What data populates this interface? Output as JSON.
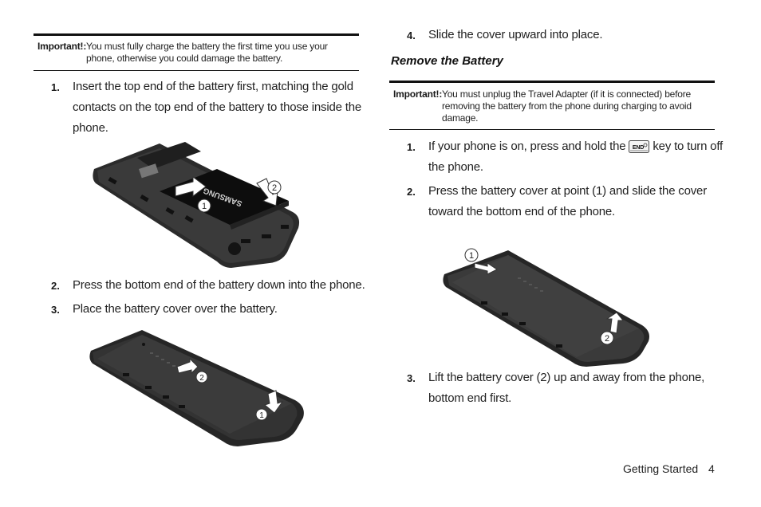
{
  "left": {
    "important_label": "Important!:",
    "important_lines": [
      "You must fully charge the battery the first time you use your",
      "phone, otherwise you could damage the battery."
    ],
    "steps": [
      {
        "num": "1.",
        "lines": [
          "Insert the top end of the battery first, matching the gold",
          "contacts on the top end of the battery to those inside the",
          "phone."
        ]
      },
      {
        "num": "2.",
        "lines": [
          "Press the bottom end of the battery down into the phone."
        ]
      },
      {
        "num": "3.",
        "lines": [
          "Place the battery cover over the battery."
        ]
      }
    ],
    "figure1": {
      "brand": "SAMSUNG",
      "callout_1": "1",
      "callout_2": "2"
    },
    "figure2": {
      "callout_1": "1",
      "callout_2": "2"
    }
  },
  "right": {
    "step4": {
      "num": "4.",
      "text": "Slide the cover upward into place."
    },
    "section_title": "Remove the Battery",
    "important_label": "Important!:",
    "important_lines": [
      "You must unplug the Travel Adapter (if it is connected) before",
      "removing the battery from the phone during charging to avoid",
      "damage."
    ],
    "steps": [
      {
        "num": "1.",
        "before_key": "If your phone is on, press and hold the",
        "after_key": "key to turn off",
        "line2": "the phone.",
        "key_label": "END"
      },
      {
        "num": "2.",
        "lines": [
          "Press the battery cover at point (1) and slide the cover",
          "toward the bottom end of the phone."
        ]
      },
      {
        "num": "3.",
        "lines": [
          "Lift the battery cover (2) up and away from the phone,",
          "bottom end first."
        ]
      }
    ],
    "figure3": {
      "callout_1": "1",
      "callout_2": "2"
    }
  },
  "footer": {
    "section": "Getting Started",
    "page": "4"
  }
}
